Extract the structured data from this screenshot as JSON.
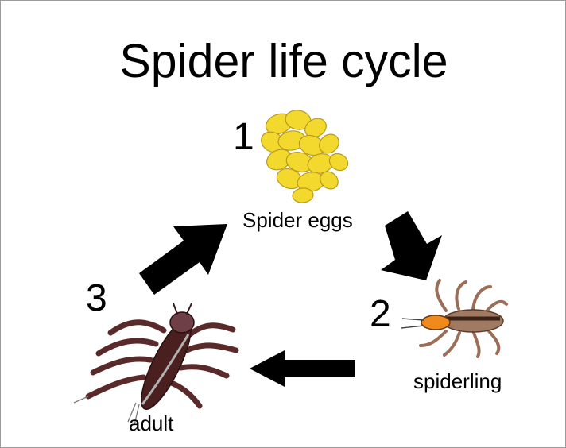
{
  "diagram": {
    "title": "Spider life cycle",
    "stages": [
      {
        "number": "1",
        "label": "Spider eggs",
        "icon": "spider-eggs-drawing"
      },
      {
        "number": "2",
        "label": "spiderling",
        "icon": "spiderling-drawing"
      },
      {
        "number": "3",
        "label": "adult",
        "icon": "adult-spider-drawing"
      }
    ],
    "arrow_color": "#000000",
    "egg_color": "#f3d92e"
  }
}
